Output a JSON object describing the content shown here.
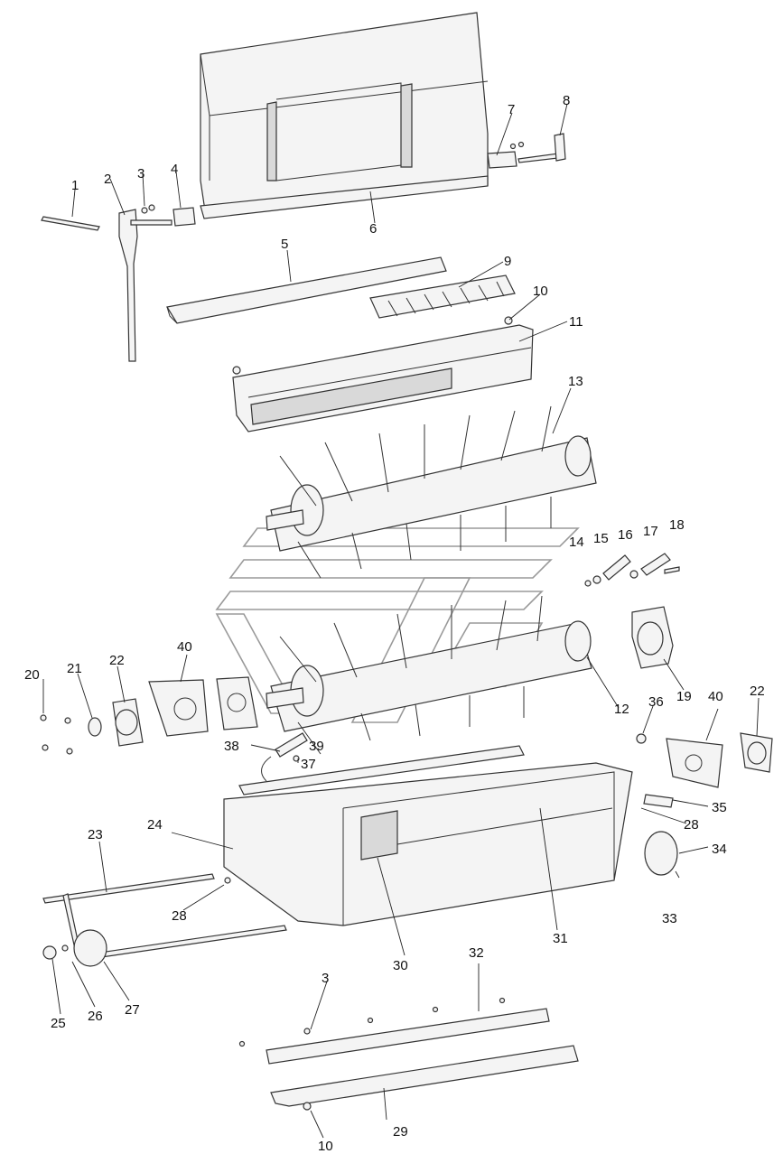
{
  "callouts": [
    "1",
    "2",
    "3",
    "4",
    "5",
    "6",
    "7",
    "8",
    "9",
    "10",
    "11",
    "12",
    "13",
    "14",
    "15",
    "16",
    "17",
    "18",
    "19",
    "20",
    "21",
    "22",
    "23",
    "24",
    "25",
    "26",
    "27",
    "28",
    "29",
    "30",
    "31",
    "32",
    "33",
    "34",
    "35",
    "36",
    "37",
    "38",
    "39",
    "40"
  ]
}
